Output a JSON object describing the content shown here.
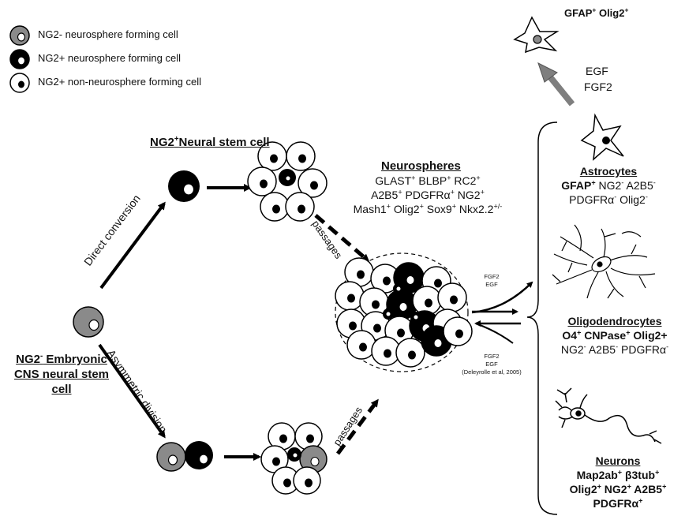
{
  "legend": {
    "items": [
      {
        "label": "NG2- neurosphere forming cell",
        "type": "gray"
      },
      {
        "label": "NG2+ neurosphere forming cell",
        "type": "black"
      },
      {
        "label": "NG2+ non-neurosphere forming cell",
        "type": "white"
      }
    ]
  },
  "titles": {
    "ng2_neural_stem_cell_a": "NG2",
    "ng2_neural_stem_cell_sup": "+",
    "ng2_neural_stem_cell_b": "Neural stem cell",
    "embryonic_l1a": "NG2",
    "embryonic_l1_sup": "-",
    "embryonic_l1b": " Embryonic",
    "embryonic_l2": "CNS neural stem",
    "embryonic_l3": "cell"
  },
  "paths": {
    "direct_conversion": "Direct conversion",
    "asymmetric_division": "Asymmetric division",
    "passages_top": "passages",
    "passages_bottom": "passages"
  },
  "neurospheres": {
    "title": "Neurospheres",
    "line1": [
      [
        "GLAST",
        "+"
      ],
      [
        " BLBP",
        "+"
      ],
      [
        " RC2",
        "+"
      ]
    ],
    "line2": [
      [
        "A2B5",
        "+"
      ],
      [
        " PDGFRα",
        "+"
      ],
      [
        " NG2",
        "+"
      ]
    ],
    "line3": [
      [
        "Mash1",
        "+"
      ],
      [
        " Olig2",
        "+"
      ],
      [
        " Sox9",
        "+"
      ],
      [
        " Nkx2.2",
        "+/-"
      ]
    ]
  },
  "factors": {
    "upper_a": "FGF2",
    "upper_b": "EGF",
    "lower_a": "FGF2",
    "lower_b": "EGF",
    "citation": "(Deleyrolle et al, 2005)",
    "top_a": "EGF",
    "top_b": "FGF2"
  },
  "top_label": [
    [
      "GFAP",
      "+"
    ],
    [
      " Olig2",
      "+"
    ]
  ],
  "astrocytes": {
    "title": "Astrocytes",
    "line1": [
      [
        "GFAP",
        "+",
        "b"
      ],
      [
        " NG2",
        "-"
      ],
      [
        " A2B5",
        "-"
      ]
    ],
    "line2": [
      [
        "PDGFRα",
        "-"
      ],
      [
        " Olig2",
        "-"
      ]
    ]
  },
  "oligodendrocytes": {
    "title": "Oligodendrocytes",
    "line1": [
      [
        "O4",
        "+",
        "b"
      ],
      [
        " CNPase",
        "+",
        "b"
      ],
      [
        " Olig2+",
        "",
        "b"
      ]
    ],
    "line2": [
      [
        "NG2",
        "-"
      ],
      [
        " A2B5",
        "-"
      ],
      [
        " PDGFRα",
        "-"
      ]
    ]
  },
  "neurons": {
    "title": "Neurons",
    "line1": [
      [
        "Map2ab",
        "+",
        "b"
      ],
      [
        "  β3tub",
        "+",
        "b"
      ]
    ],
    "line2": [
      [
        "Olig2",
        "+",
        "b"
      ],
      [
        " NG2",
        "+",
        "b"
      ],
      [
        " A2B5",
        "+",
        "b"
      ]
    ],
    "line3": [
      [
        "PDGFRα",
        "+",
        "b"
      ]
    ]
  },
  "colors": {
    "gray_cell": "#8a8a8a",
    "black_cell": "#000000",
    "white_cell": "#ffffff",
    "arrow_gray": "#7f7f7f"
  }
}
